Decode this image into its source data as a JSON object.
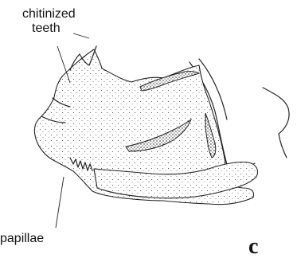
{
  "figure": {
    "labels": {
      "teeth_line1": "chitinized",
      "teeth_line2": "teeth",
      "papillae": "papillae"
    },
    "panel_letter": "c"
  }
}
